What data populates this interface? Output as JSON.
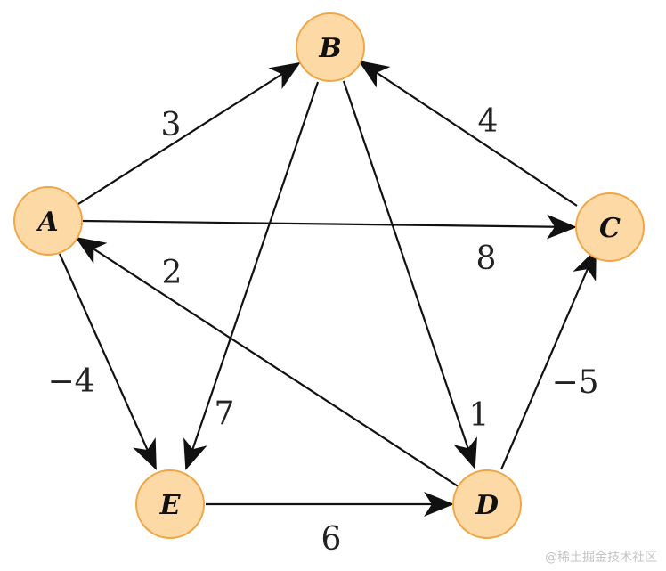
{
  "nodes": [
    {
      "id": "A",
      "label": "A"
    },
    {
      "id": "B",
      "label": "B"
    },
    {
      "id": "C",
      "label": "C"
    },
    {
      "id": "D",
      "label": "D"
    },
    {
      "id": "E",
      "label": "E"
    }
  ],
  "edges": [
    {
      "from": "A",
      "to": "B",
      "weight": "3"
    },
    {
      "from": "A",
      "to": "C",
      "weight": "8"
    },
    {
      "from": "A",
      "to": "E",
      "weight": "−4"
    },
    {
      "from": "B",
      "to": "E",
      "weight": "7"
    },
    {
      "from": "B",
      "to": "D",
      "weight": "1"
    },
    {
      "from": "C",
      "to": "B",
      "weight": "4"
    },
    {
      "from": "D",
      "to": "A",
      "weight": "2"
    },
    {
      "from": "D",
      "to": "C",
      "weight": "−5"
    },
    {
      "from": "E",
      "to": "D",
      "weight": "6"
    }
  ],
  "colors": {
    "node_fill": "#fdd9a6",
    "node_stroke": "#f0a646",
    "edge": "#111111"
  },
  "watermark": "@稀土掘金技术社区"
}
